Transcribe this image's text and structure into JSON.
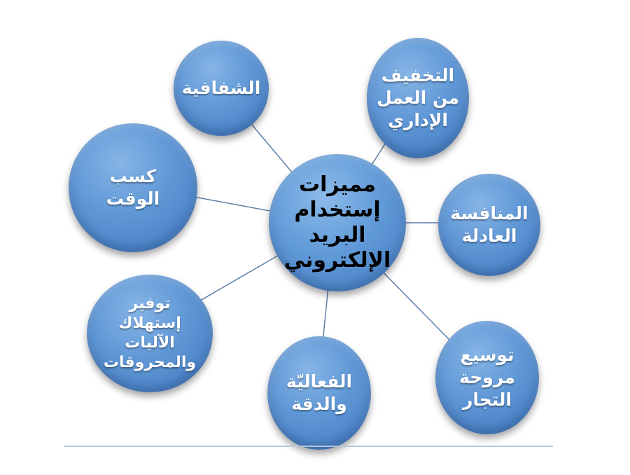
{
  "diagram": {
    "center": {
      "label": "مميزات\nإستخدام\nالبريد\nالإلكتروني"
    },
    "nodes": [
      {
        "id": "transparency",
        "label": "الشفافية"
      },
      {
        "id": "admin",
        "label": "التخفيف\nمن العمل\nالإداري"
      },
      {
        "id": "competition",
        "label": "المنافسة\nالعادلة"
      },
      {
        "id": "expand",
        "label": "توسيع\nمروحة\nالتجار"
      },
      {
        "id": "effectiveness",
        "label": "الفعاليّة\nوالدقة"
      },
      {
        "id": "savings",
        "label": "توفير\nإستهلاك\nالآليات\nوالمحروقات"
      },
      {
        "id": "time",
        "label": "كسب\nالوقت"
      }
    ],
    "colors": {
      "bubble": "#5f97d6",
      "connector": "#5b7fa8",
      "center_text": "#000000",
      "node_text": "#ffffff"
    }
  }
}
